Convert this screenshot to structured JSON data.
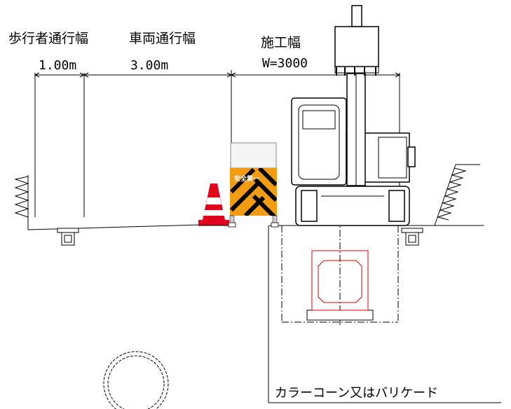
{
  "labels": {
    "pedestrian_width": "歩行者通行幅",
    "vehicle_width": "車両通行幅",
    "construction_width": "施工幅",
    "pedestrian_dim": "1.00m",
    "vehicle_dim": "3.00m",
    "construction_dim": "W=3000",
    "callout": "カラーコーン又はバリケード",
    "barricade_sign": "安全第一"
  },
  "colors": {
    "line": "#000000",
    "cone_red": "#e0001b",
    "barricade_orange": "#f39c12",
    "box_culvert": "#e00000"
  }
}
